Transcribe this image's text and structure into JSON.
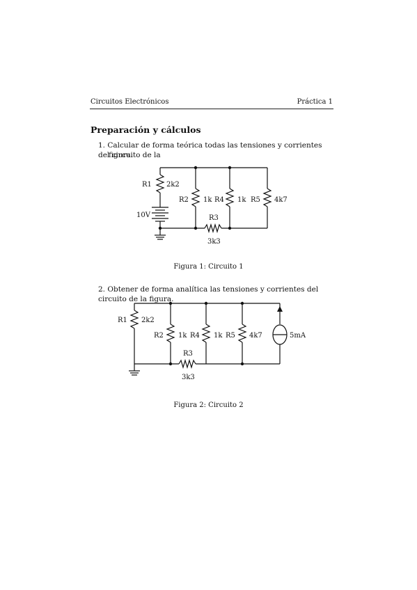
{
  "header": {
    "left": "Circuitos Electrónicos",
    "right": "Práctica 1"
  },
  "section_title": "Preparación y cálculos",
  "items": [
    {
      "number": "1.",
      "line1": "Calcular de forma teórica todas las tensiones y corrientes del circuito de la",
      "line2": "figura."
    },
    {
      "number": "2.",
      "line1": "Obtener de forma analítica las tensiones y corrientes del circuito de la figura."
    }
  ],
  "figure1": {
    "caption": "Figura 1: Circuito 1",
    "labels": {
      "r1": "R1",
      "r1_value": "2k2",
      "r2": "R2",
      "r2_value": "1k",
      "r4": "R4",
      "r4_value": "1k",
      "r5": "R5",
      "r5_value": "4k7",
      "r3": "R3",
      "r3_value": "3k3",
      "source": "10V"
    }
  },
  "figure2": {
    "caption": "Figura 2: Circuito 2",
    "labels": {
      "r1": "R1",
      "r1_value": "2k2",
      "r2": "R2",
      "r2_value": "1k",
      "r4": "R4",
      "r4_value": "1k",
      "r5": "R5",
      "r5_value": "4k7",
      "r3": "R3",
      "r3_value": "3k3",
      "source": "5mA"
    }
  }
}
